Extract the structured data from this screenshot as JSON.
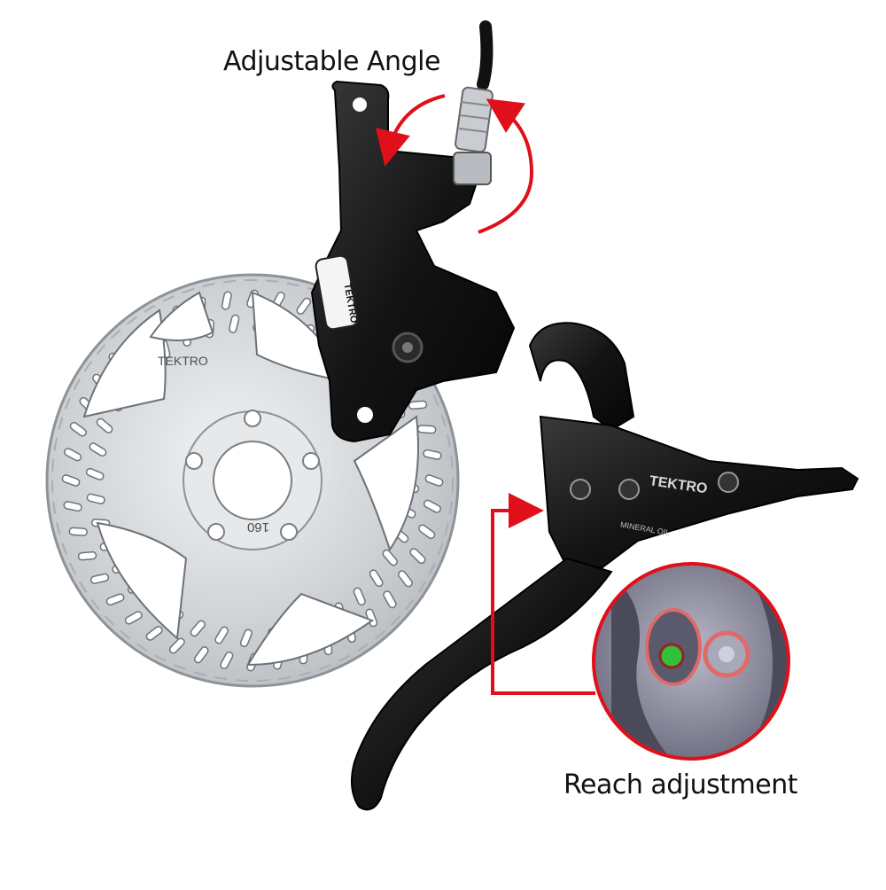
{
  "callouts": {
    "adjustable_angle": "Adjustable Angle",
    "reach_adjustment": "Reach adjustment"
  },
  "rotor": {
    "brand_text": "TEKTRO",
    "size_text": "160"
  },
  "caliper": {
    "brand_text": "TEKTRO"
  },
  "lever": {
    "brand_text": "TEKTRO",
    "oil_text": "MINERAL OIL"
  },
  "colors": {
    "annotation_red": "#e0101a",
    "rotor_steel": "#d6d9dc",
    "component_black": "#141414",
    "inset_pin_green": "#2fc23a"
  }
}
